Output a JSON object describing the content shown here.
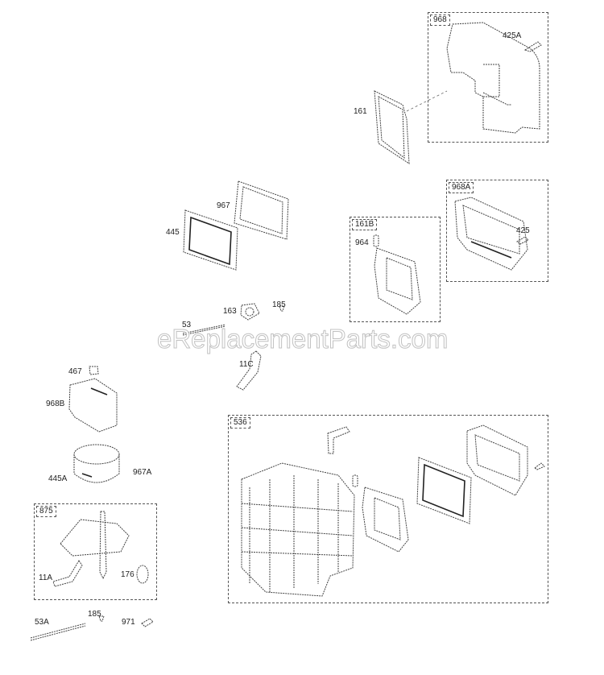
{
  "diagram": {
    "watermark": "eReplacementParts.com",
    "boxes": [
      {
        "id": "968",
        "label": "968"
      },
      {
        "id": "968A",
        "label": "968A"
      },
      {
        "id": "161B",
        "label": "161B"
      },
      {
        "id": "875",
        "label": "875"
      },
      {
        "id": "536",
        "label": "536"
      }
    ],
    "labels": {
      "p425A": "425A",
      "p161": "161",
      "p967": "967",
      "p445": "445",
      "p964": "964",
      "p425": "425",
      "p163": "163",
      "p185a": "185",
      "p53": "53",
      "p11C": "11C",
      "p467": "467",
      "p968B": "968B",
      "p445A": "445A",
      "p967A": "967A",
      "p11A": "11A",
      "p176": "176",
      "p53A": "53A",
      "p185b": "185",
      "p971": "971"
    }
  }
}
